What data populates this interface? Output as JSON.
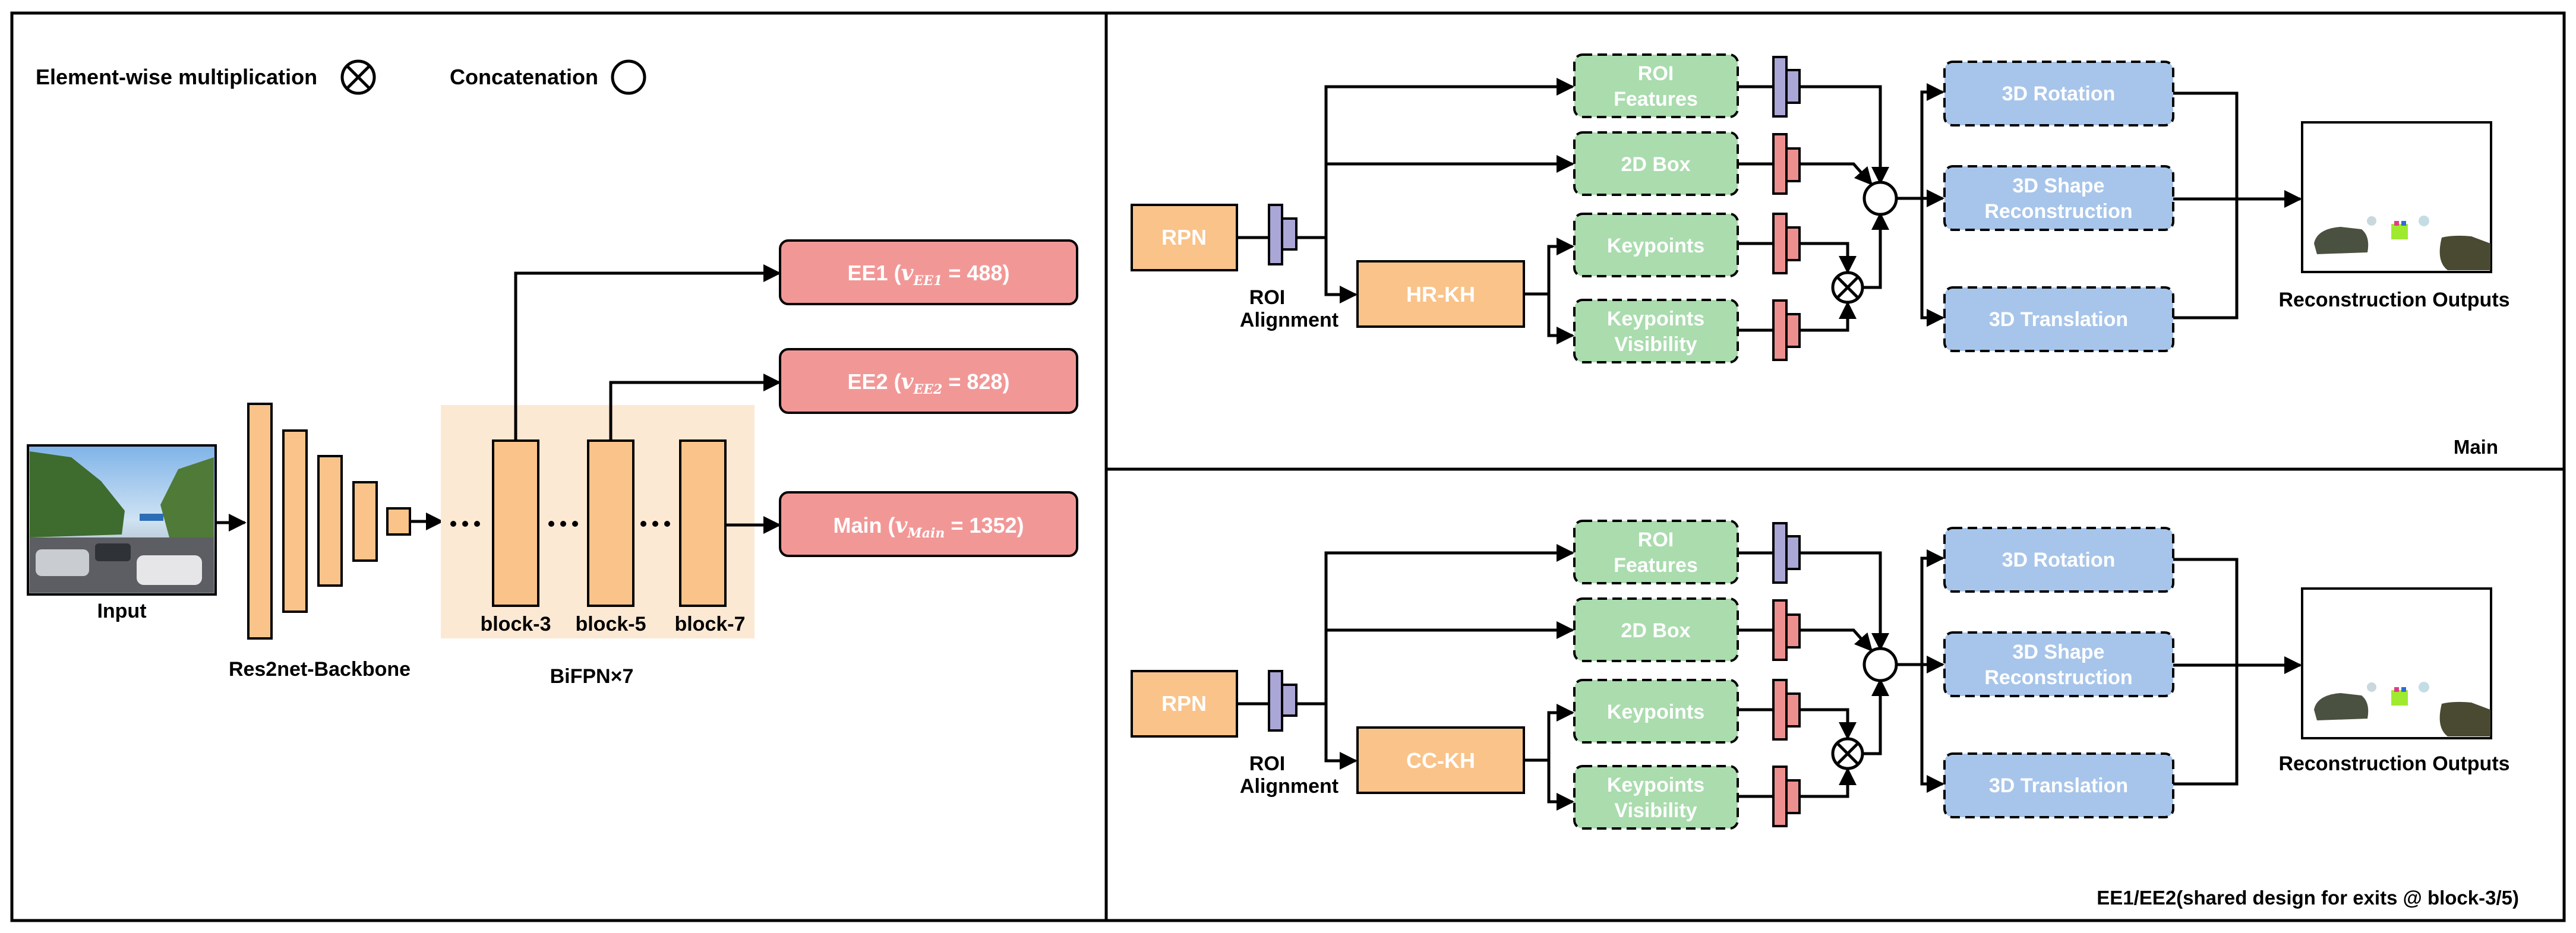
{
  "legend": {
    "multiplication_label": "Element-wise multiplication",
    "concatenation_label": "Concatenation"
  },
  "backbone": {
    "input_label": "Input",
    "backbone_label": "Res2net-Backbone",
    "bifpn_label": "BiFPN×7",
    "blocks": [
      "block-3",
      "block-5",
      "block-7"
    ],
    "exits": [
      {
        "name": "EE1",
        "subscript": "EE1",
        "value": "488"
      },
      {
        "name": "EE2",
        "subscript": "EE2",
        "value": "828"
      },
      {
        "name": "Main",
        "subscript": "Main",
        "value": "1352"
      }
    ]
  },
  "panels": [
    {
      "caption": "Main",
      "rpn": "RPN",
      "roi_alignment": [
        "ROI",
        "Alignment"
      ],
      "head": "HR-KH",
      "features": [
        [
          "ROI",
          "Features"
        ],
        [
          "2D Box"
        ],
        [
          "Keypoints"
        ],
        [
          "Keypoints",
          "Visibility"
        ]
      ],
      "outputs": [
        [
          "3D Rotation"
        ],
        [
          "3D  Shape",
          "Reconstruction"
        ],
        [
          "3D Translation"
        ]
      ],
      "result_label": "Reconstruction Outputs"
    },
    {
      "caption": "EE1/EE2(shared design for exits @ block-3/5)",
      "rpn": "RPN",
      "roi_alignment": [
        "ROI",
        "Alignment"
      ],
      "head": "CC-KH",
      "features": [
        [
          "ROI",
          "Features"
        ],
        [
          "2D Box"
        ],
        [
          "Keypoints"
        ],
        [
          "Keypoints",
          "Visibility"
        ]
      ],
      "outputs": [
        [
          "3D Rotation"
        ],
        [
          "3D  Shape",
          "Reconstruction"
        ],
        [
          "3D Translation"
        ]
      ],
      "result_label": "Reconstruction Outputs"
    }
  ],
  "colors": {
    "orange": "#F9C38A",
    "orange_bg": "#FCE9D4",
    "red_box": "#F19897",
    "green": "#AADCAE",
    "blue": "#A7C5EA",
    "purple": "#AAA6D6",
    "pink_small": "#EC8F8E"
  }
}
